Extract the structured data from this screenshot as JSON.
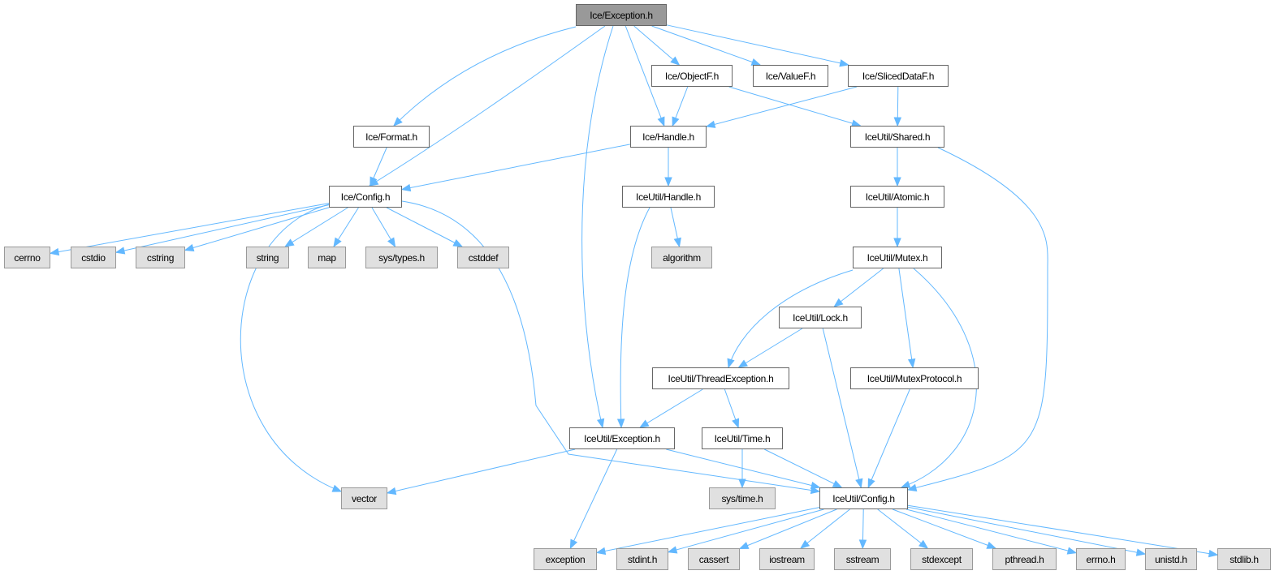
{
  "colors": {
    "edge": "#63b8ff",
    "root_fill": "#999999",
    "external_fill": "#e0e0e0",
    "node_fill": "#ffffff"
  },
  "nodes": [
    {
      "id": "ice_exception",
      "label": "Ice/Exception.h",
      "kind": "root"
    },
    {
      "id": "ice_objectf",
      "label": "Ice/ObjectF.h",
      "kind": "local"
    },
    {
      "id": "ice_valuef",
      "label": "Ice/ValueF.h",
      "kind": "local"
    },
    {
      "id": "ice_sliceddataf",
      "label": "Ice/SlicedDataF.h",
      "kind": "local"
    },
    {
      "id": "ice_format",
      "label": "Ice/Format.h",
      "kind": "local"
    },
    {
      "id": "ice_handle",
      "label": "Ice/Handle.h",
      "kind": "local"
    },
    {
      "id": "iceutil_shared",
      "label": "IceUtil/Shared.h",
      "kind": "local"
    },
    {
      "id": "ice_config",
      "label": "Ice/Config.h",
      "kind": "local"
    },
    {
      "id": "iceutil_handle",
      "label": "IceUtil/Handle.h",
      "kind": "local"
    },
    {
      "id": "iceutil_atomic",
      "label": "IceUtil/Atomic.h",
      "kind": "local"
    },
    {
      "id": "cerrno",
      "label": "cerrno",
      "kind": "ext"
    },
    {
      "id": "cstdio",
      "label": "cstdio",
      "kind": "ext"
    },
    {
      "id": "cstring",
      "label": "cstring",
      "kind": "ext"
    },
    {
      "id": "string",
      "label": "string",
      "kind": "ext"
    },
    {
      "id": "map",
      "label": "map",
      "kind": "ext"
    },
    {
      "id": "sys_types",
      "label": "sys/types.h",
      "kind": "ext"
    },
    {
      "id": "cstddef",
      "label": "cstddef",
      "kind": "ext"
    },
    {
      "id": "algorithm",
      "label": "algorithm",
      "kind": "ext"
    },
    {
      "id": "iceutil_mutex",
      "label": "IceUtil/Mutex.h",
      "kind": "local"
    },
    {
      "id": "iceutil_lock",
      "label": "IceUtil/Lock.h",
      "kind": "local"
    },
    {
      "id": "iceutil_threadexception",
      "label": "IceUtil/ThreadException.h",
      "kind": "local"
    },
    {
      "id": "iceutil_mutexprotocol",
      "label": "IceUtil/MutexProtocol.h",
      "kind": "local"
    },
    {
      "id": "iceutil_exception",
      "label": "IceUtil/Exception.h",
      "kind": "local"
    },
    {
      "id": "iceutil_time",
      "label": "IceUtil/Time.h",
      "kind": "local"
    },
    {
      "id": "vector",
      "label": "vector",
      "kind": "ext"
    },
    {
      "id": "sys_time",
      "label": "sys/time.h",
      "kind": "ext"
    },
    {
      "id": "iceutil_config",
      "label": "IceUtil/Config.h",
      "kind": "local"
    },
    {
      "id": "exception",
      "label": "exception",
      "kind": "ext"
    },
    {
      "id": "stdint",
      "label": "stdint.h",
      "kind": "ext"
    },
    {
      "id": "cassert",
      "label": "cassert",
      "kind": "ext"
    },
    {
      "id": "iostream",
      "label": "iostream",
      "kind": "ext"
    },
    {
      "id": "sstream",
      "label": "sstream",
      "kind": "ext"
    },
    {
      "id": "stdexcept",
      "label": "stdexcept",
      "kind": "ext"
    },
    {
      "id": "pthread",
      "label": "pthread.h",
      "kind": "ext"
    },
    {
      "id": "errno",
      "label": "errno.h",
      "kind": "ext"
    },
    {
      "id": "unistd",
      "label": "unistd.h",
      "kind": "ext"
    },
    {
      "id": "stdlib",
      "label": "stdlib.h",
      "kind": "ext"
    }
  ],
  "edges": [
    [
      "ice_exception",
      "ice_format"
    ],
    [
      "ice_exception",
      "ice_config"
    ],
    [
      "ice_exception",
      "iceutil_exception"
    ],
    [
      "ice_exception",
      "ice_handle"
    ],
    [
      "ice_exception",
      "ice_objectf"
    ],
    [
      "ice_exception",
      "ice_valuef"
    ],
    [
      "ice_exception",
      "ice_sliceddataf"
    ],
    [
      "ice_objectf",
      "ice_handle"
    ],
    [
      "ice_objectf",
      "iceutil_shared"
    ],
    [
      "ice_sliceddataf",
      "ice_handle"
    ],
    [
      "ice_sliceddataf",
      "iceutil_shared"
    ],
    [
      "ice_format",
      "ice_config"
    ],
    [
      "ice_handle",
      "ice_config"
    ],
    [
      "ice_handle",
      "iceutil_handle"
    ],
    [
      "iceutil_shared",
      "iceutil_atomic"
    ],
    [
      "iceutil_shared",
      "iceutil_config"
    ],
    [
      "ice_config",
      "cerrno"
    ],
    [
      "ice_config",
      "cstdio"
    ],
    [
      "ice_config",
      "cstring"
    ],
    [
      "ice_config",
      "string"
    ],
    [
      "ice_config",
      "map"
    ],
    [
      "ice_config",
      "sys_types"
    ],
    [
      "ice_config",
      "cstddef"
    ],
    [
      "ice_config",
      "vector"
    ],
    [
      "ice_config",
      "iceutil_config"
    ],
    [
      "iceutil_handle",
      "algorithm"
    ],
    [
      "iceutil_handle",
      "iceutil_exception"
    ],
    [
      "iceutil_atomic",
      "iceutil_mutex"
    ],
    [
      "iceutil_mutex",
      "iceutil_lock"
    ],
    [
      "iceutil_mutex",
      "iceutil_threadexception"
    ],
    [
      "iceutil_mutex",
      "iceutil_mutexprotocol"
    ],
    [
      "iceutil_mutex",
      "iceutil_config"
    ],
    [
      "iceutil_lock",
      "iceutil_threadexception"
    ],
    [
      "iceutil_lock",
      "iceutil_config"
    ],
    [
      "iceutil_threadexception",
      "iceutil_exception"
    ],
    [
      "iceutil_threadexception",
      "iceutil_time"
    ],
    [
      "iceutil_mutexprotocol",
      "iceutil_config"
    ],
    [
      "iceutil_exception",
      "vector"
    ],
    [
      "iceutil_exception",
      "exception"
    ],
    [
      "iceutil_exception",
      "iceutil_config"
    ],
    [
      "iceutil_time",
      "sys_time"
    ],
    [
      "iceutil_time",
      "iceutil_config"
    ],
    [
      "iceutil_config",
      "exception"
    ],
    [
      "iceutil_config",
      "stdint"
    ],
    [
      "iceutil_config",
      "cassert"
    ],
    [
      "iceutil_config",
      "iostream"
    ],
    [
      "iceutil_config",
      "sstream"
    ],
    [
      "iceutil_config",
      "stdexcept"
    ],
    [
      "iceutil_config",
      "pthread"
    ],
    [
      "iceutil_config",
      "errno"
    ],
    [
      "iceutil_config",
      "unistd"
    ],
    [
      "iceutil_config",
      "stdlib"
    ]
  ]
}
